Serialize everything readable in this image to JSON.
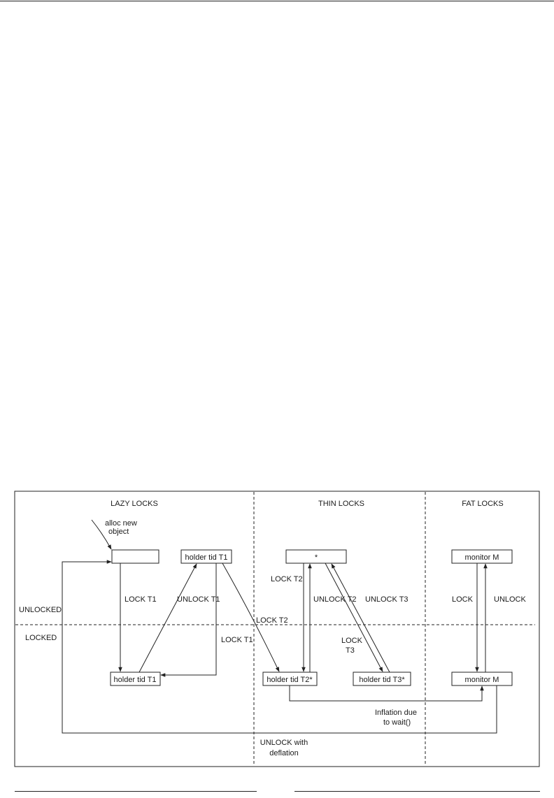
{
  "sections": {
    "lazy": "LAZY LOCKS",
    "thin": "THIN LOCKS",
    "fat": "FAT LOCKS"
  },
  "states": {
    "unlocked": "UNLOCKED",
    "locked": "LOCKED"
  },
  "alloc_label": [
    "alloc new",
    "object"
  ],
  "nodes": {
    "lazy_unlocked": "",
    "lazy_holder_top": "holder tid T1",
    "lazy_holder_bottom": "holder tid T1",
    "thin_unlocked": "*",
    "thin_holder_t2": "holder tid T2*",
    "thin_holder_t3": "holder tid T3*",
    "fat_monitor_top": "monitor M",
    "fat_monitor_bottom": "monitor M"
  },
  "edge_labels": {
    "lock_t1_a": "LOCK T1",
    "unlock_t1": "UNLOCK T1",
    "lock_t1_b": "LOCK T1",
    "lock_t2_a": "LOCK T2",
    "lock_t2_b": "LOCK T2",
    "unlock_t2": "UNLOCK T2",
    "unlock_t3": "UNLOCK T3",
    "lock_t3": [
      "LOCK",
      "T3"
    ],
    "fat_lock": "LOCK",
    "fat_unlock": "UNLOCK",
    "inflation": [
      "Inflation due",
      "to wait()"
    ],
    "unlock_deflation": [
      "UNLOCK with",
      "deflation"
    ]
  }
}
